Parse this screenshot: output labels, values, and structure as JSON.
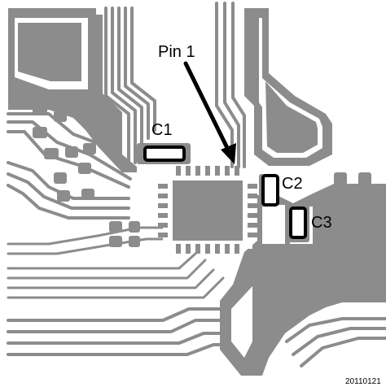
{
  "labels": {
    "pin1": "Pin 1",
    "c1": "C1",
    "c2": "C2",
    "c3": "C3"
  },
  "figure_id": "20110121",
  "colors": {
    "copper": "#8c8c8c",
    "board": "#ffffff",
    "component": "#000000"
  }
}
